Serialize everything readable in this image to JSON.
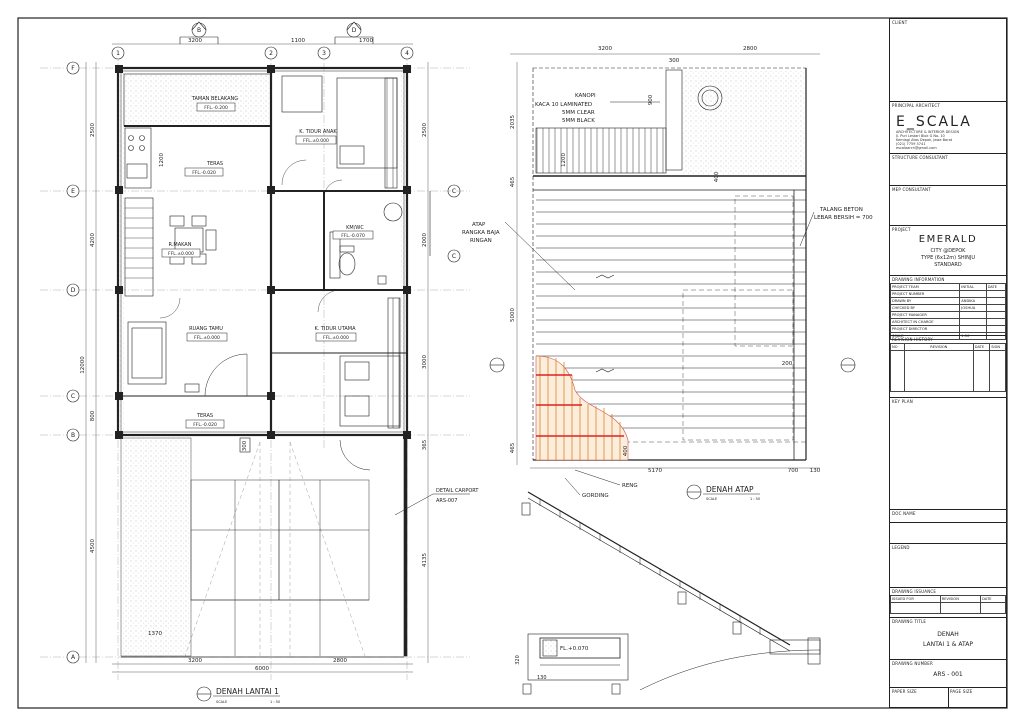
{
  "plan": {
    "grid_cols": [
      "1",
      "2",
      "3",
      "4"
    ],
    "grid_rows": [
      "F",
      "E",
      "D",
      "C",
      "B",
      "A"
    ],
    "section_marks": [
      "B",
      "D",
      "C"
    ],
    "dims_top": [
      "3200",
      "1100",
      "1700"
    ],
    "dims_bottom": [
      "3200",
      "2800",
      "6000"
    ],
    "dims_left": [
      "2500",
      "4200",
      "800",
      "4500",
      "12000"
    ],
    "dims_right": [
      "2500",
      "2000",
      "3000",
      "365",
      "4135"
    ],
    "dim_1370": "1370",
    "dim_300": "300",
    "dim_1200": "1200",
    "rooms": {
      "taman_label": "TAMAN BELAKANG",
      "taman_ffl": "FFL.-0.200",
      "teras_back_label": "TERAS",
      "teras_back_ffl": "FFL.-0.020",
      "kt_anak_label": "K. TIDUR ANAK",
      "kt_anak_ffl": "FFL.±0.000",
      "kmwc_label": "KM/WC",
      "kmwc_ffl": "FFL.-0.070",
      "rmakan_label": "R.MAKAN",
      "rmakan_ffl": "FFL.±0.000",
      "rtamu_label": "RUANG TAMU",
      "rtamu_ffl": "FFL.±0.000",
      "kt_utama_label": "K. TIDUR UTAMA",
      "kt_utama_ffl": "FFL.±0.000",
      "teras_front_label": "TERAS",
      "teras_front_ffl": "FFL.-0.020"
    },
    "carport_note_1": "DETAIL CARPORT",
    "carport_note_2": "ARS-007",
    "title": "DENAH LANTAI 1",
    "scale": "SCALE",
    "scale_value": "1 : 50"
  },
  "roof": {
    "dims_top": [
      "3200",
      "2800"
    ],
    "dim_300": "300",
    "dim_900": "900",
    "dim_1200": "1200",
    "dim_400": "400",
    "dim_200": "200",
    "dims_left": [
      "2035",
      "465",
      "5000",
      "465"
    ],
    "dims_bottom": [
      "5170",
      "700",
      "130"
    ],
    "kanopi_lines": [
      "KANOPI",
      "KACA 10 LAMINATED",
      "5MM CLEAR",
      "5MM BLACK"
    ],
    "atap_lines": [
      "ATAP",
      "RANGKA BAJA",
      "RINGAN"
    ],
    "talang_lines": [
      "TALANG BETON",
      "LEBAR BERSIH = 700"
    ],
    "reng": "RENG",
    "gording": "GORDING",
    "title": "DENAH ATAP",
    "scale": "SCALE",
    "scale_value": "1 : 50",
    "ffl_detail": "FL.+0.070",
    "dim_320": "320",
    "dim_130": "130"
  },
  "titleblock": {
    "h_client": "CLIENT",
    "h_principal": "PRINCIPAL ARCHITECT",
    "logo": "E_SCALA",
    "logo_sub": [
      "ARCHITECTURE & INTERIOR DESIGN",
      "Jl. Puri Lestari Blok G No. 10",
      "Kemlagi Atas Depok, Jawa Barat",
      "(021) 7759 3741",
      "escalaarch@gmail.com"
    ],
    "h_structure": "STRUCTURE CONSULTANT",
    "h_mep": "MEP CONSULTANT",
    "h_project": "PROJECT",
    "project_name": "EMERALD",
    "project_line_1": "CITY @DEPOK",
    "project_line_2": "TYPE (6x12m) SHINJU",
    "project_line_3": "STANDARD",
    "h_drawing_info": "DRAWING INFORMATION",
    "info_head": [
      "PROJECT TEAM",
      "INITIAL",
      "DATE"
    ],
    "info_rows": [
      [
        "PROJECT NUMBER",
        ""
      ],
      [
        "DRAWN BY",
        "ANDIKA"
      ],
      [
        "CHECKED BY",
        "JOSHUA"
      ],
      [
        "PROJECT MANAGER",
        ""
      ],
      [
        "ARCHITECT IN CHARGE",
        ""
      ],
      [
        "PROJECT DIRECTOR",
        ""
      ],
      [
        "SCALE",
        "1:50"
      ]
    ],
    "h_revision": "REVISION HISTORY",
    "rev_head": [
      "NO",
      "REVISION",
      "DATE",
      "SIGN"
    ],
    "h_key_plan": "KEY PLAN",
    "h_doc_name": "DOC NAME",
    "h_legend": "LEGEND",
    "h_issue": "DRAWING ISSUANCE",
    "issue_head": [
      "ISSUED FOR",
      "REVISION",
      "DATE"
    ],
    "h_drawing_title": "DRAWING TITLE",
    "drawing_title_1": "DENAH",
    "drawing_title_2": "LANTAI 1 & ATAP",
    "h_drawing_no": "DRAWING NUMBER",
    "drawing_no": "ARS - 001",
    "h_paper_size": "PAPER SIZE",
    "h_page_size": "PAGE SIZE"
  }
}
